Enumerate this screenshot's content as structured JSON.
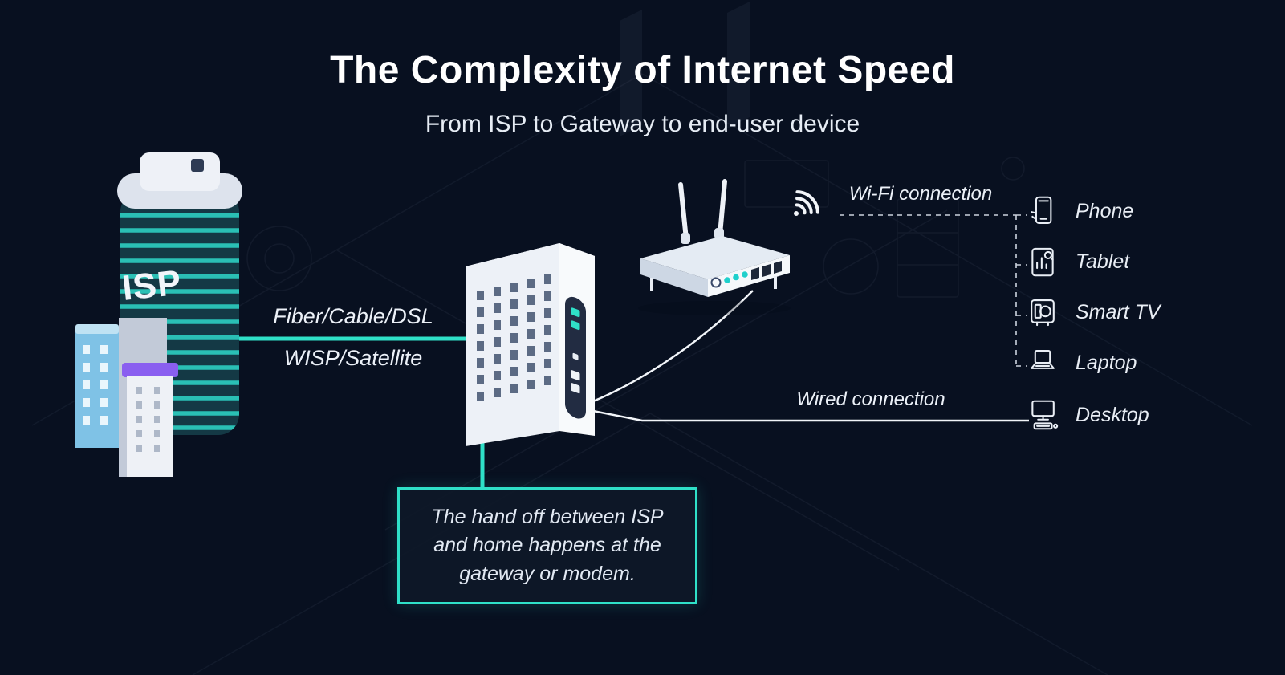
{
  "title": "The Complexity of Internet Speed",
  "subtitle": "From ISP to Gateway to end-user device",
  "isp_building": {
    "label": "ISP"
  },
  "link_isp_modem": {
    "label_top": "Fiber/Cable/DSL",
    "label_bottom": "WISP/Satellite"
  },
  "wifi_connection": {
    "label": "Wi-Fi connection"
  },
  "wired_connection": {
    "label": "Wired connection"
  },
  "devices": [
    {
      "icon": "phone-icon",
      "label": "Phone"
    },
    {
      "icon": "tablet-icon",
      "label": "Tablet"
    },
    {
      "icon": "smart-tv-icon",
      "label": "Smart TV"
    },
    {
      "icon": "laptop-icon",
      "label": "Laptop"
    },
    {
      "icon": "desktop-icon",
      "label": "Desktop"
    }
  ],
  "callout": {
    "text": "The hand off between ISP and home happens at the gateway or modem."
  },
  "colors": {
    "accent_teal": "#2fe0c8",
    "background_navy": "#0e1828",
    "text_white": "#ffffff",
    "purple_accent": "#8a5ff0",
    "blue_building": "#7fc2e6"
  }
}
